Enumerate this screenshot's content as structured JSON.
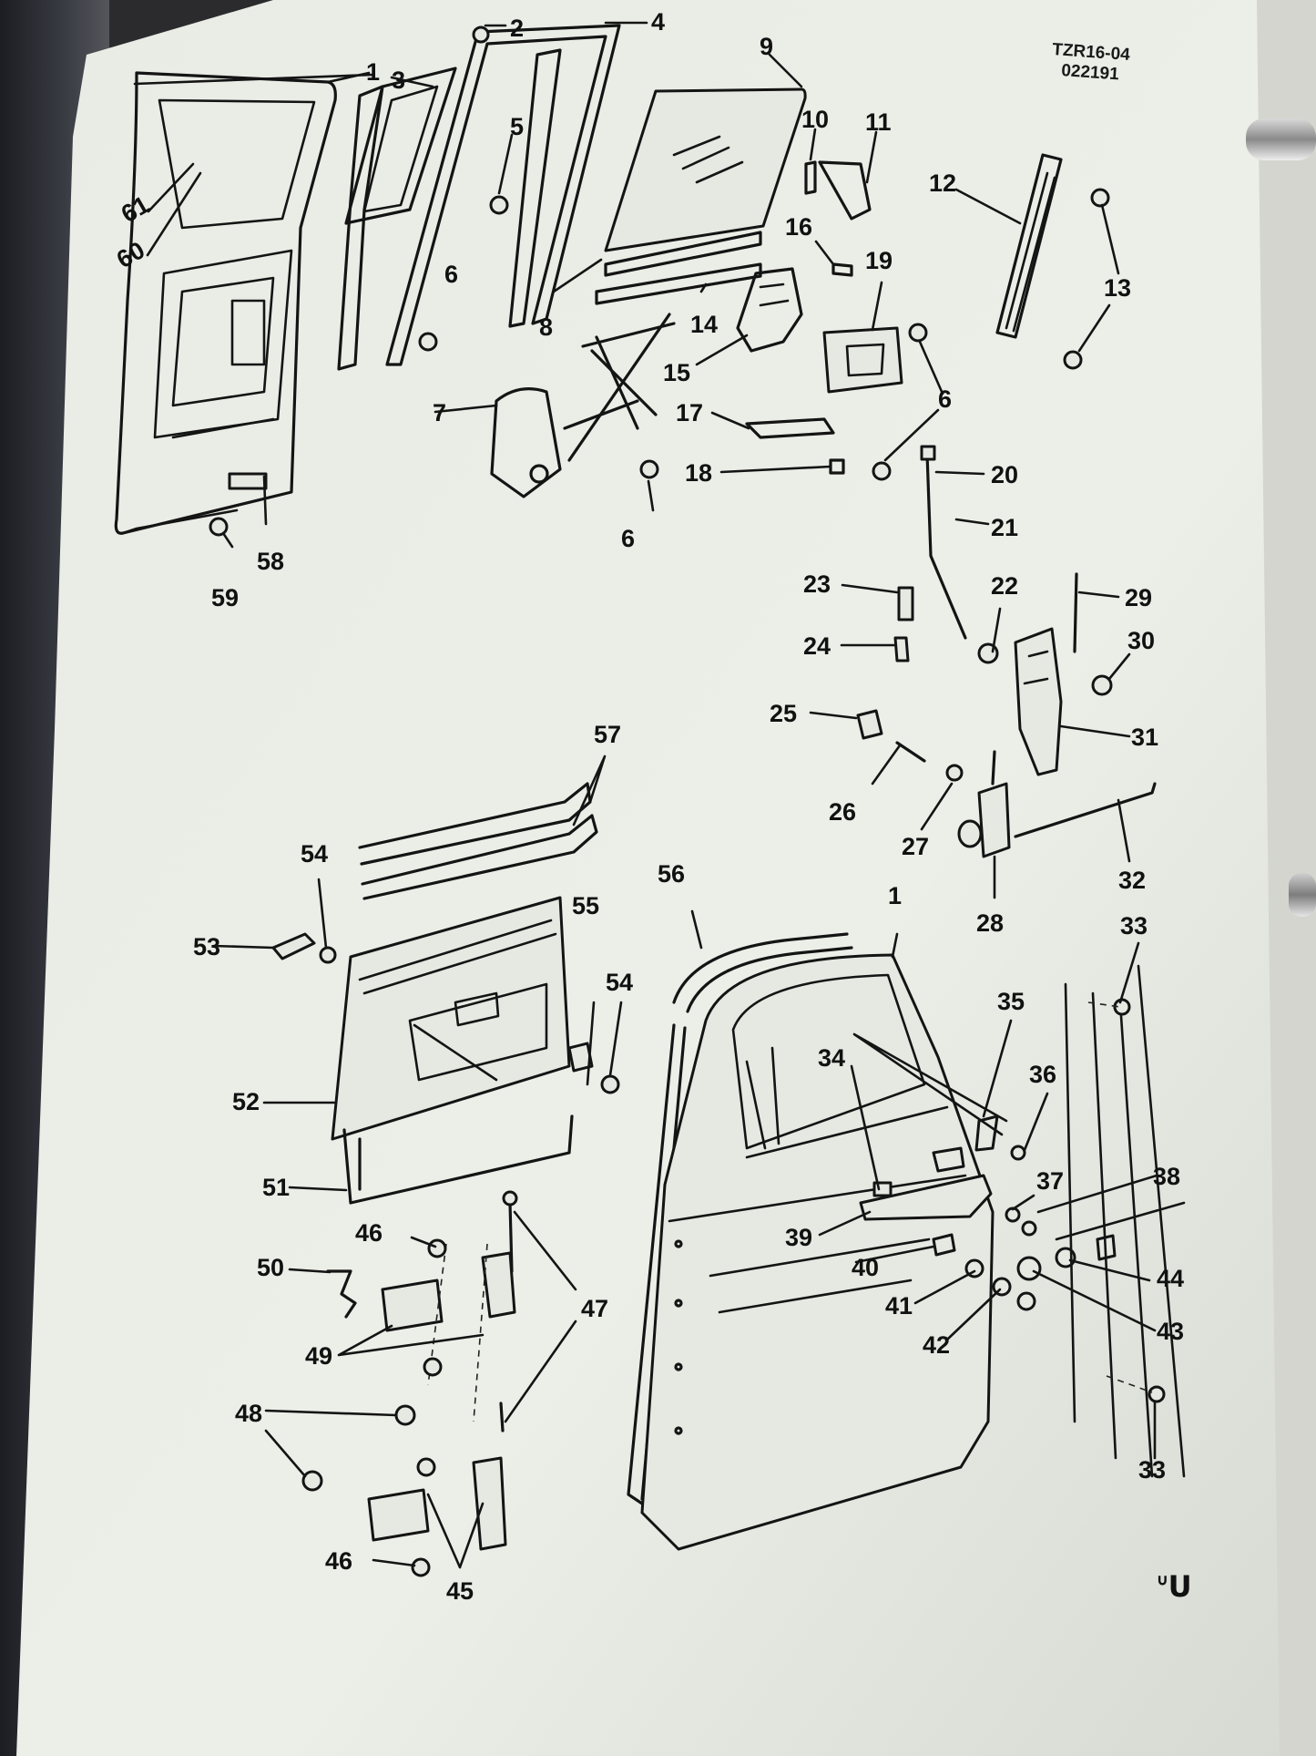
{
  "document": {
    "code": "TZR16-04",
    "date": "022191",
    "logo_text": "ᐡᑌ"
  },
  "callouts": [
    "1",
    "2",
    "3",
    "4",
    "5",
    "6",
    "7",
    "8",
    "9",
    "10",
    "11",
    "12",
    "13",
    "14",
    "15",
    "16",
    "17",
    "18",
    "19",
    "20",
    "21",
    "22",
    "23",
    "24",
    "25",
    "26",
    "27",
    "28",
    "29",
    "30",
    "31",
    "32",
    "33",
    "34",
    "35",
    "36",
    "37",
    "38",
    "39",
    "40",
    "41",
    "42",
    "43",
    "44",
    "45",
    "46",
    "47",
    "48",
    "49",
    "50",
    "51",
    "52",
    "53",
    "54",
    "55",
    "56",
    "57",
    "58",
    "59",
    "60",
    "61"
  ],
  "colors": {
    "paper": "#eceee8",
    "ink": "#141414",
    "page_shadow": "#2b2b2e",
    "binder_ring": "#b5b5b5"
  }
}
